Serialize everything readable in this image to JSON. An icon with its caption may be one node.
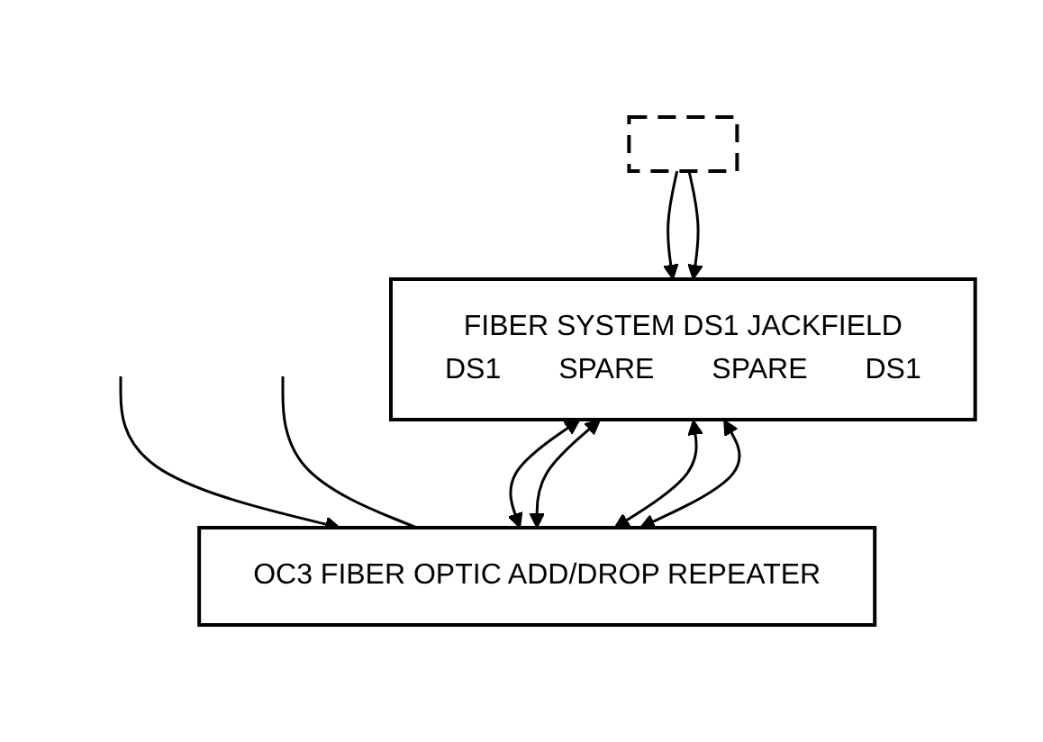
{
  "diagram": {
    "nodes": [
      {
        "text": [],
        "shape": "box"
      },
      {
        "text": [
          "FIBER SYSTEM DS1 JACKFIELD",
          "DS1",
          "SPARE",
          "SPARE",
          "DS1"
        ]
      },
      {
        "text": [
          "OC3 FIBER OPTIC ADD/DROP REPEATER"
        ]
      }
    ],
    "edges": [
      {
        "from": 0,
        "to": 1,
        "arrow": "to"
      },
      {
        "from": 0,
        "to": 1,
        "arrow": "to"
      },
      {
        "from": null,
        "to": 2,
        "arrow": "to"
      },
      {
        "from": null,
        "to": 2,
        "arrow": "none"
      },
      {
        "from": 1,
        "to": 2,
        "arrow": "both"
      },
      {
        "from": 1,
        "to": 2,
        "arrow": "both"
      },
      {
        "from": 1,
        "to": 2,
        "arrow": "both"
      },
      {
        "from": 1,
        "to": 2,
        "arrow": "both"
      }
    ]
  }
}
